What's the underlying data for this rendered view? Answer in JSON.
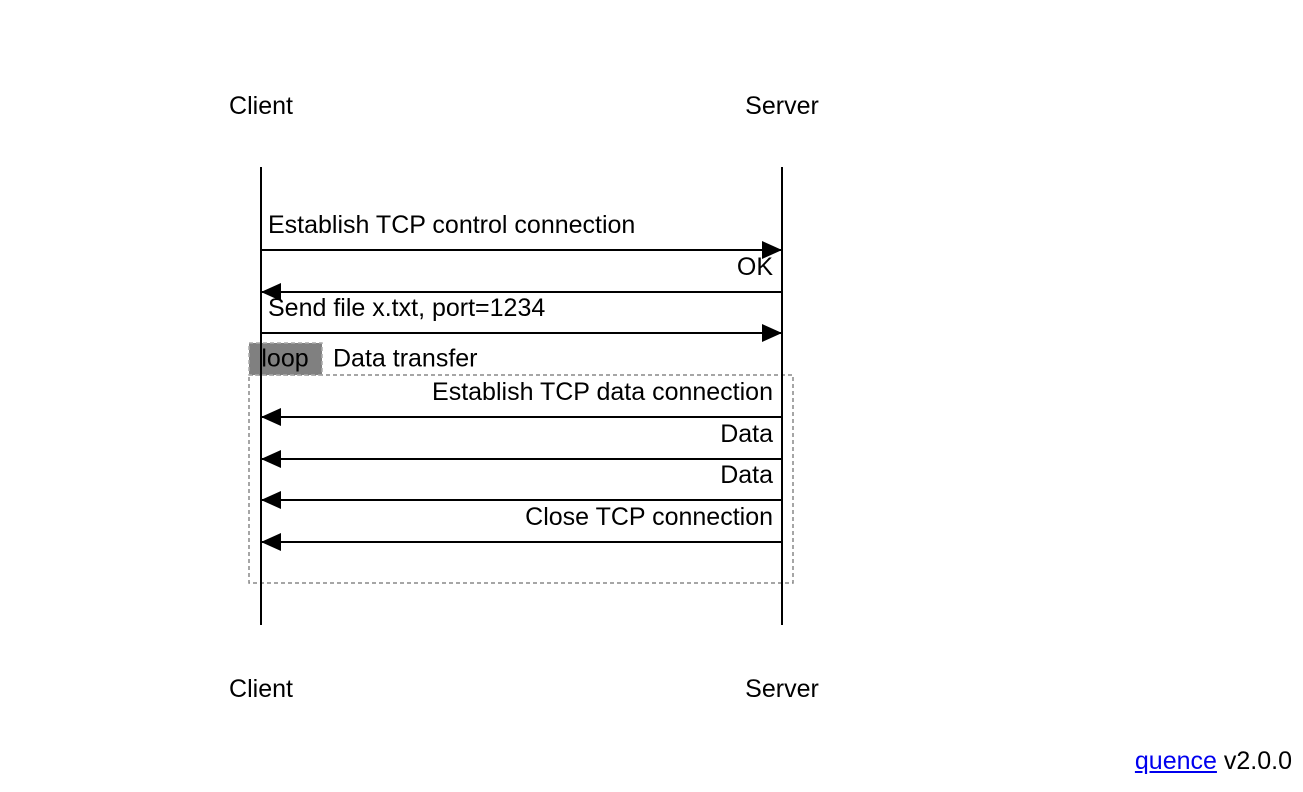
{
  "participants": [
    {
      "id": "client",
      "label": "Client"
    },
    {
      "id": "server",
      "label": "Server"
    }
  ],
  "messages": [
    {
      "from": "client",
      "to": "server",
      "label": "Establish TCP control connection"
    },
    {
      "from": "server",
      "to": "client",
      "label": "OK"
    },
    {
      "from": "client",
      "to": "server",
      "label": "Send file x.txt, port=1234"
    },
    {
      "from": "server",
      "to": "client",
      "label": "Establish TCP data connection"
    },
    {
      "from": "server",
      "to": "client",
      "label": "Data"
    },
    {
      "from": "server",
      "to": "client",
      "label": "Data"
    },
    {
      "from": "server",
      "to": "client",
      "label": "Close TCP connection"
    }
  ],
  "fragment": {
    "keyword": "loop",
    "guard": "Data transfer",
    "first_message": 3,
    "last_message": 6
  },
  "footer": {
    "link_text": "quence",
    "version": "v2.0.0"
  },
  "colors": {
    "line": "#000000",
    "fragment_border": "#888888",
    "fragment_tab": "#808080",
    "link": "#0000ee"
  }
}
